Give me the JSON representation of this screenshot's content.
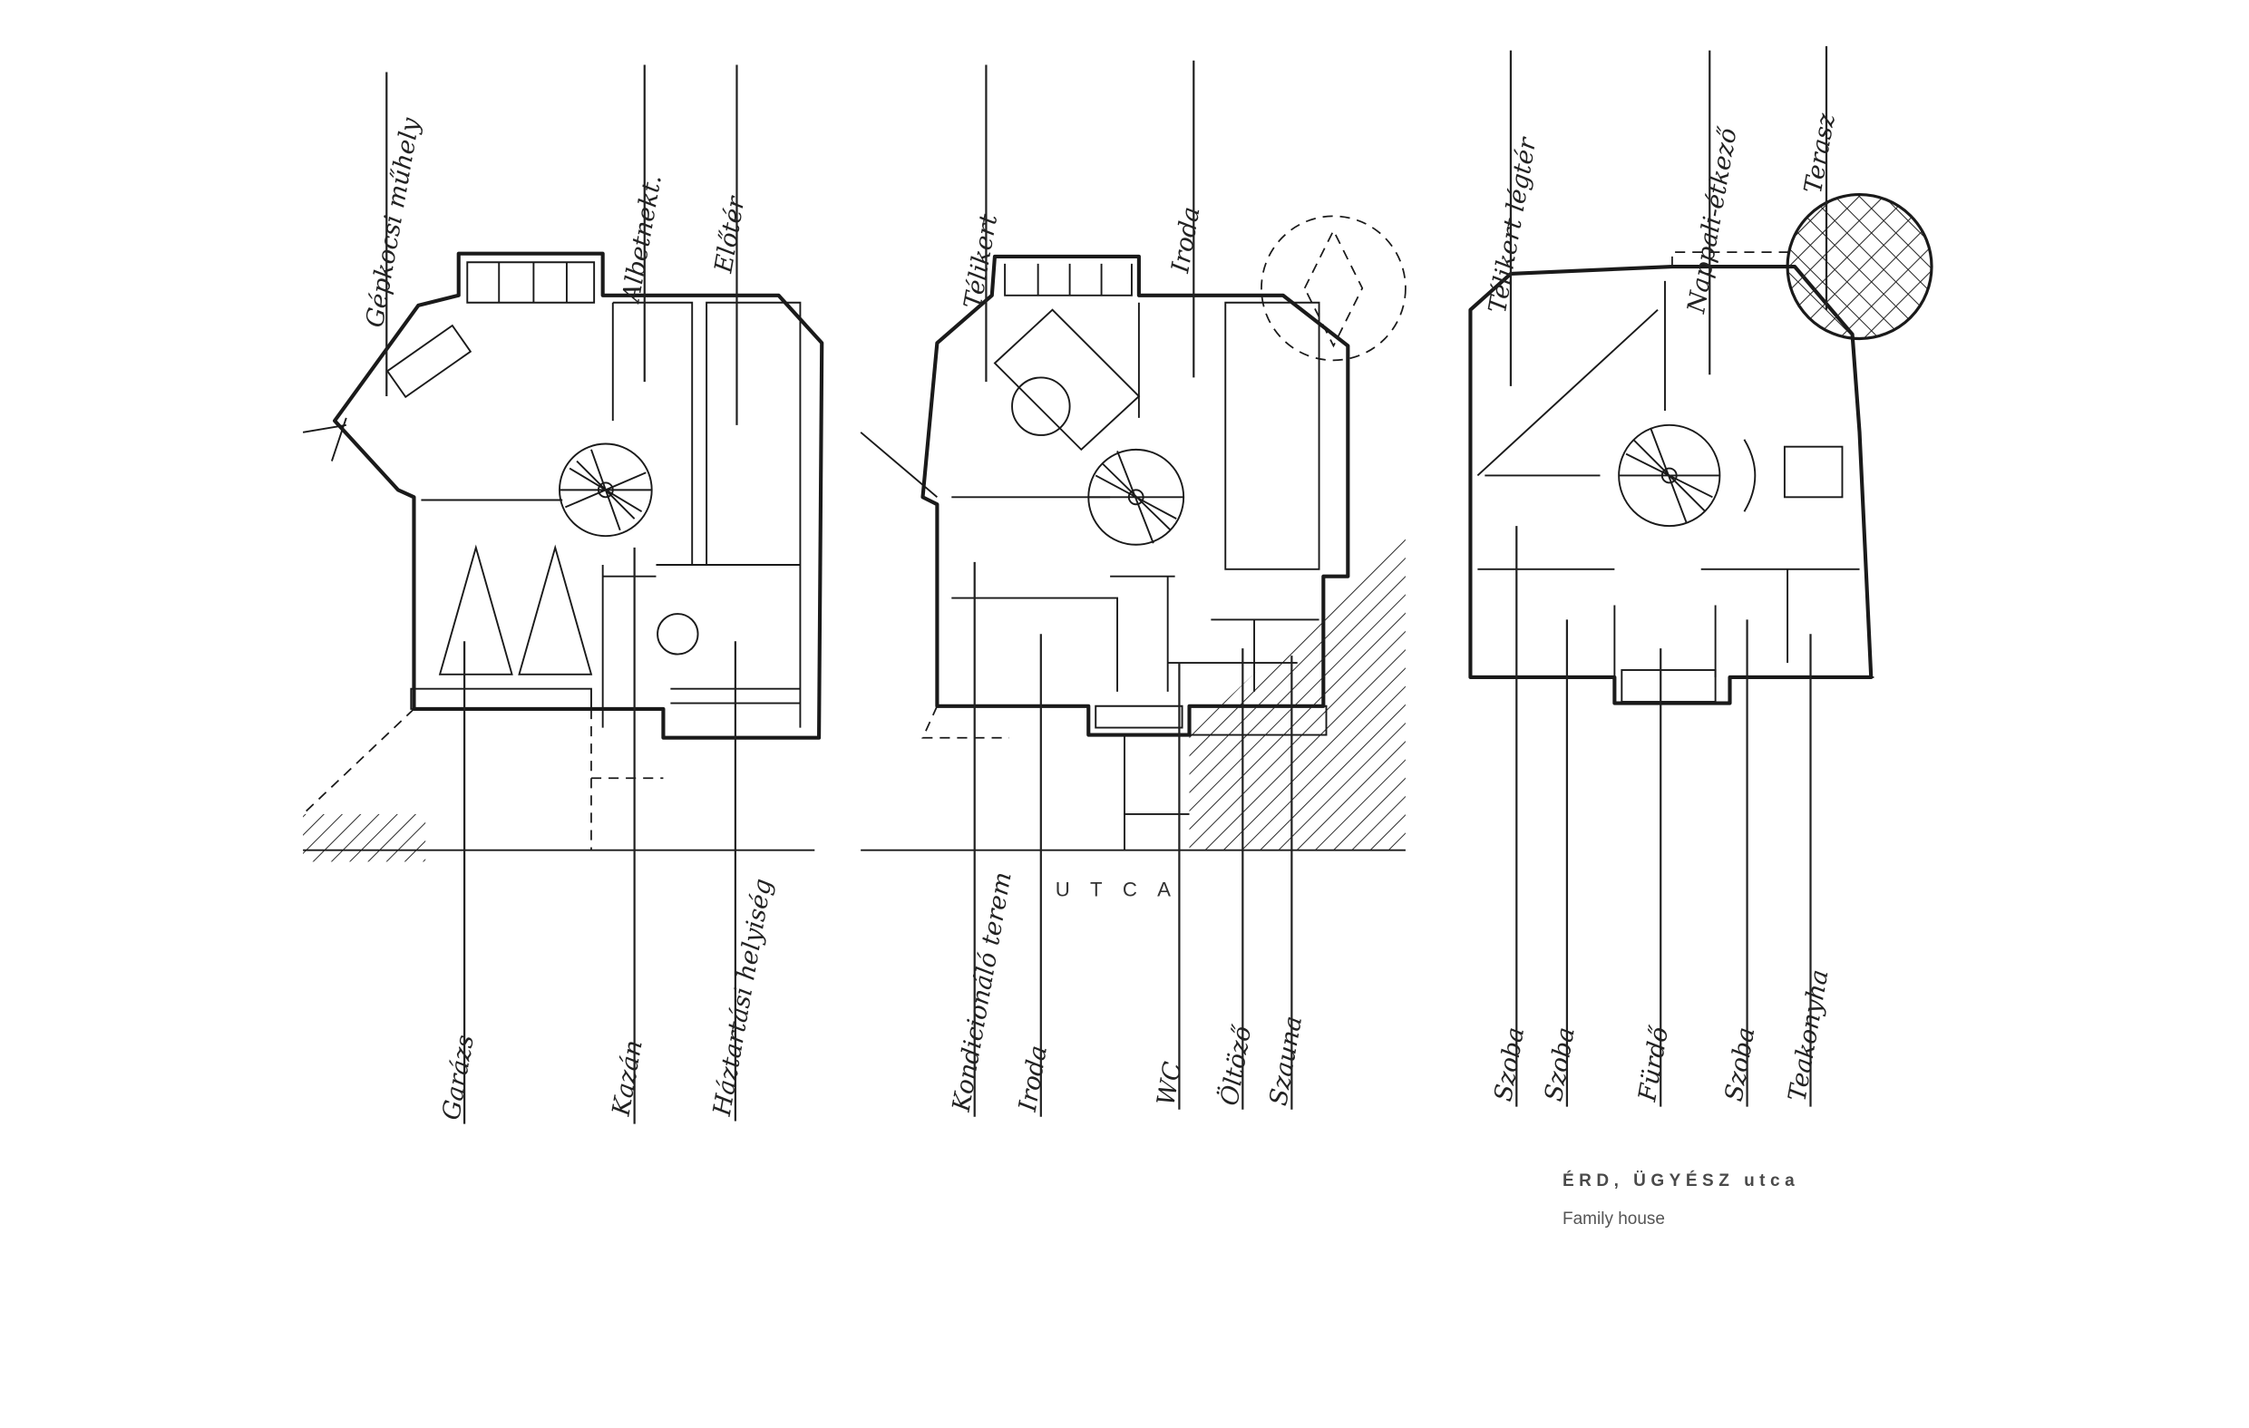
{
  "caption": {
    "title": "ÉRD, ÜGYÉSZ utca",
    "subtitle": "Family house"
  },
  "plans": [
    {
      "top_labels": [
        "Gépkocsi műhely",
        "Albetnekt.",
        "Előtér"
      ],
      "bottom_labels": [
        "Garázs",
        "Kazán",
        "Háztartási helyiség"
      ]
    },
    {
      "top_labels": [
        "Télikert",
        "Iroda"
      ],
      "bottom_labels": [
        "Kondicionáló terem",
        "Iroda",
        "WC",
        "Öltöző",
        "Szauna"
      ],
      "street": "UTCA"
    },
    {
      "top_labels": [
        "Télikert légtér",
        "Nappali-étkező",
        "Terasz"
      ],
      "bottom_labels": [
        "Szoba",
        "Szoba",
        "Fürdő",
        "Szoba",
        "Teakonyha"
      ]
    }
  ]
}
